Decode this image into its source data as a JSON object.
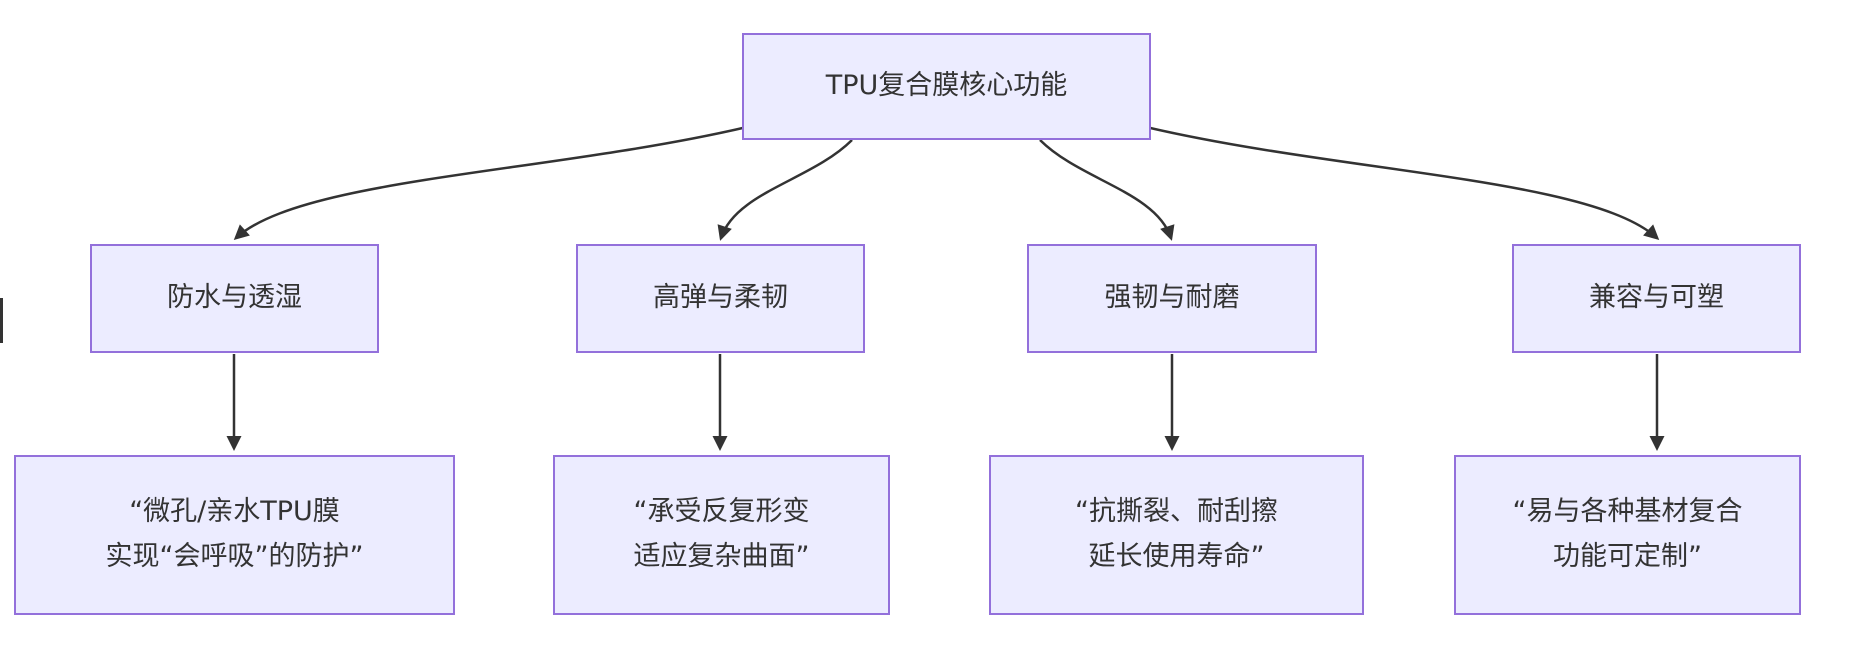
{
  "diagram": {
    "type": "flowchart",
    "root": {
      "label": "TPU复合膜核心功能"
    },
    "branches": [
      {
        "label": "防水与透湿",
        "quote_line1": "“微孔/亲水TPU膜",
        "quote_line2": "实现“会呼吸”的防护”"
      },
      {
        "label": "高弹与柔韧",
        "quote_line1": "“承受反复形变",
        "quote_line2": "适应复杂曲面”"
      },
      {
        "label": "强韧与耐磨",
        "quote_line1": "“抗撕裂、耐刮擦",
        "quote_line2": "延长使用寿命”"
      },
      {
        "label": "兼容与可塑",
        "quote_line1": "“易与各种基材复合",
        "quote_line2": "功能可定制”"
      }
    ],
    "colors": {
      "node_fill": "#ECECFF",
      "node_border": "#9370DB",
      "edge_color": "#333333",
      "text_color": "#333333",
      "background": "#FFFFFF"
    }
  }
}
